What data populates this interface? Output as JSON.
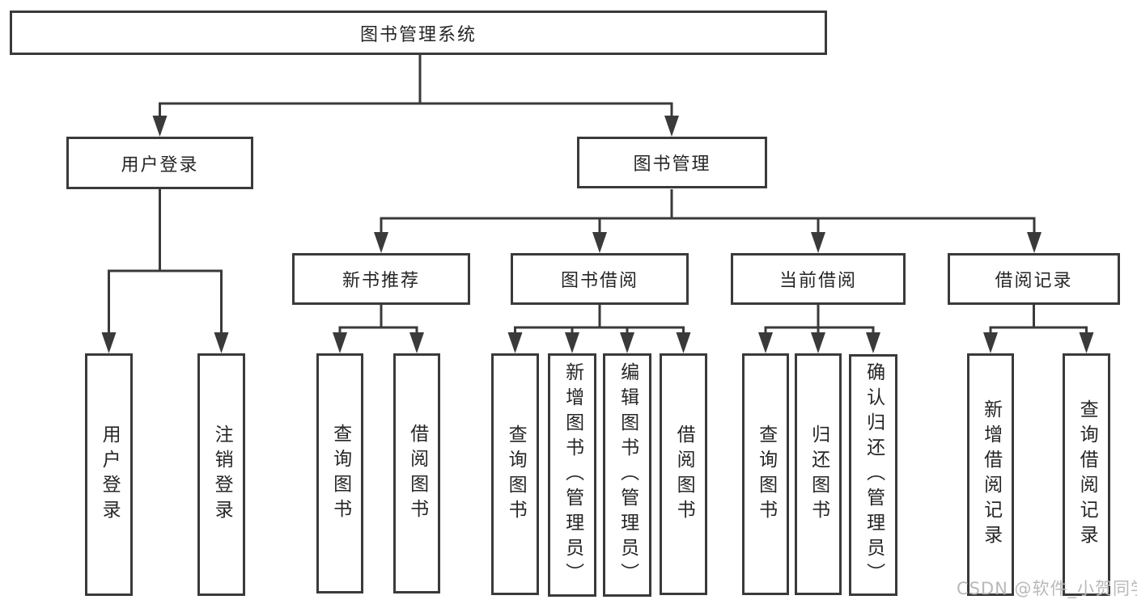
{
  "tree": {
    "label": "图书管理系统",
    "children": [
      {
        "label": "用户登录",
        "children": [
          {
            "label": "用户登录"
          },
          {
            "label": "注销登录"
          }
        ]
      },
      {
        "label": "图书管理",
        "children": [
          {
            "label": "新书推荐",
            "children": [
              {
                "label": "查询图书"
              },
              {
                "label": "借阅图书"
              }
            ]
          },
          {
            "label": "图书借阅",
            "children": [
              {
                "label": "查询图书"
              },
              {
                "label": "新增图书（管理员）"
              },
              {
                "label": "编辑图书（管理员）"
              },
              {
                "label": "借阅图书"
              }
            ]
          },
          {
            "label": "当前借阅",
            "children": [
              {
                "label": "查询图书"
              },
              {
                "label": "归还图书"
              },
              {
                "label": "确认归还（管理员）"
              }
            ]
          },
          {
            "label": "借阅记录",
            "children": [
              {
                "label": "新增借阅记录"
              },
              {
                "label": "查询借阅记录"
              }
            ]
          }
        ]
      }
    ]
  },
  "watermark": "CSDN @软件_小贺同学",
  "colors": {
    "line": "#3a3a3a",
    "text": "#262626",
    "watermark": "#b9b9b9",
    "background": "#ffffff"
  }
}
